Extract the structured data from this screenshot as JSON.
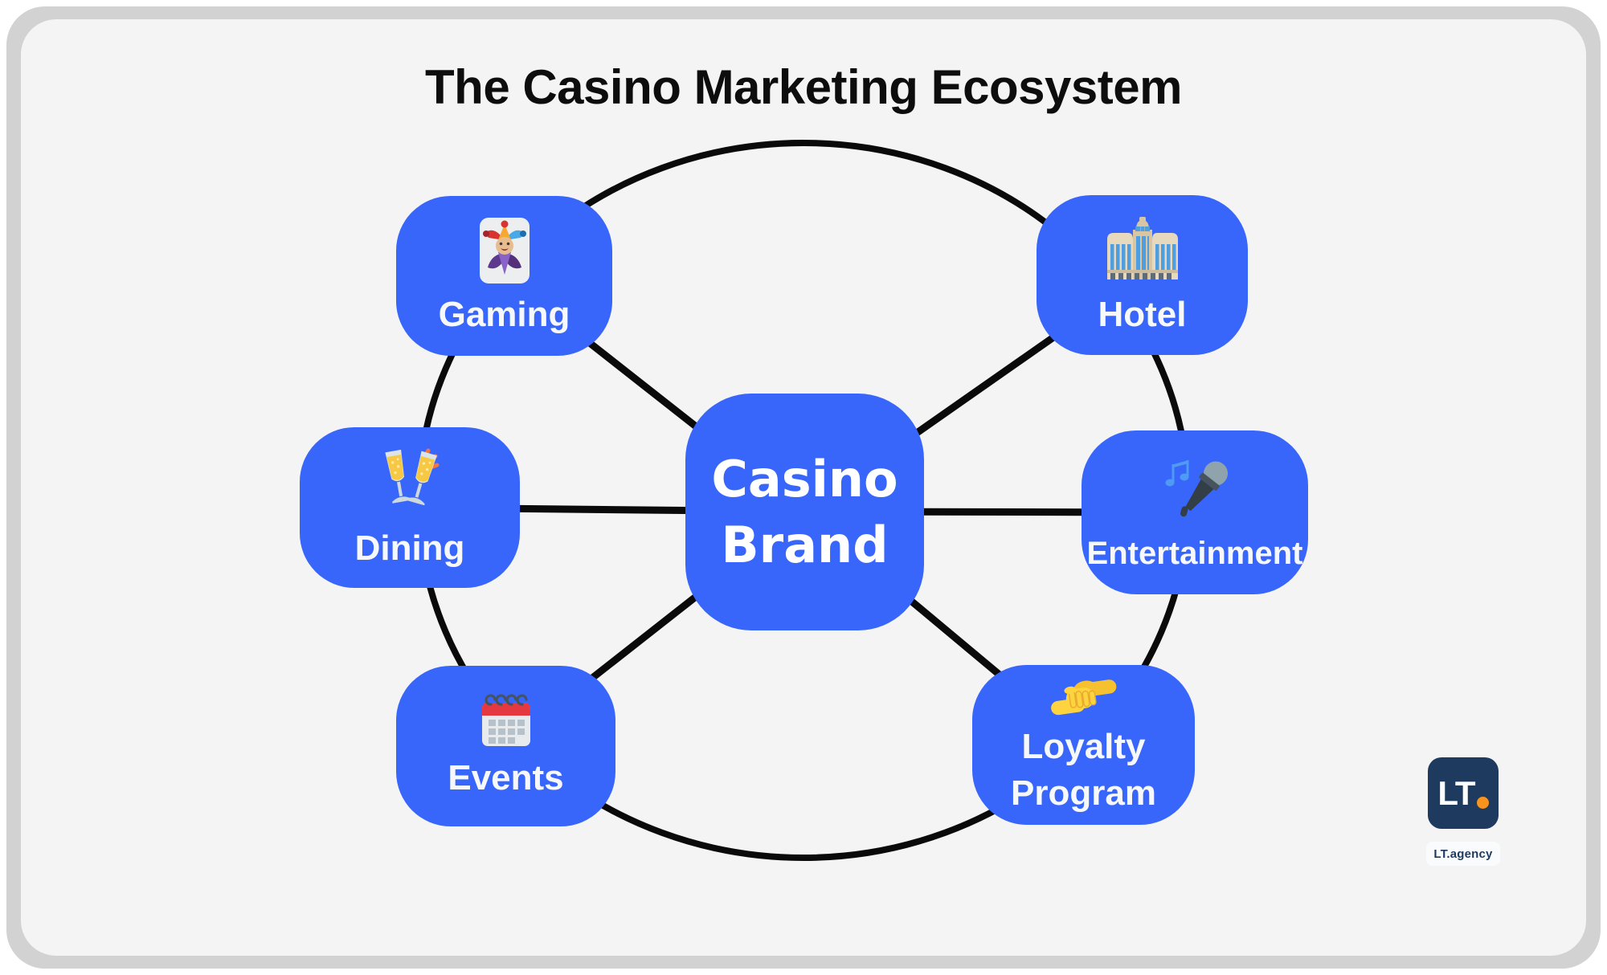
{
  "title": "The Casino Marketing Ecosystem",
  "center_node": {
    "line1": "Casino",
    "line2": "Brand"
  },
  "nodes": [
    {
      "label": "Gaming",
      "icon": "joker-card-icon"
    },
    {
      "label": "Hotel",
      "icon": "hotel-building-icon"
    },
    {
      "label": "Dining",
      "icon": "clinking-glasses-icon"
    },
    {
      "label": "Entertainment",
      "icon": "microphone-music-icon"
    },
    {
      "label": "Events",
      "icon": "spiral-calendar-icon"
    },
    {
      "label": "Loyalty Program",
      "line1": "Loyalty",
      "line2": "Program",
      "icon": "handshake-icon"
    }
  ],
  "logo": {
    "monogram": "LT",
    "caption": "LT.agency"
  },
  "colors": {
    "node_blue": "#3866FA",
    "panel_bg": "#f4f4f5",
    "frame_gray": "#d2d2d3",
    "outer_bg": "#ffffff",
    "line_color": "#0a0a0a",
    "text_dark": "#0d0d0d",
    "node_text": "#f7f8fa",
    "logo_navy": "#1e3a5e",
    "logo_orange": "#f7941e",
    "caption_bg": "#fafbfd"
  }
}
